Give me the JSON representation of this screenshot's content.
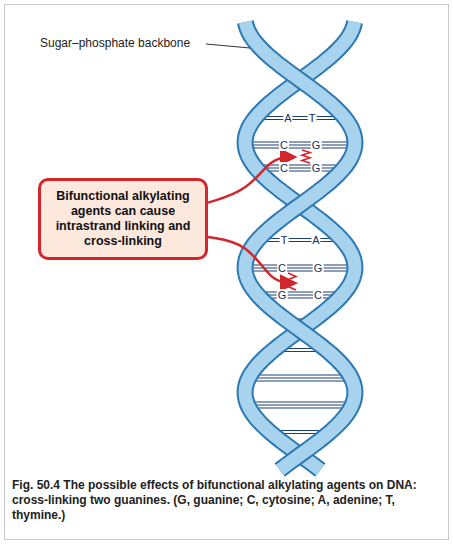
{
  "diagram": {
    "caption": "Fig. 50.4 The possible effects of bifunctional alkylating agents on DNA: cross-linking two guanines. (G, guanine; C, cytosine; A, adenine; T, thymine.)",
    "nodes": [
      {
        "text": [
          "Bifunctional alkylating agents can cause intrastrand linking and cross-linking"
        ]
      }
    ],
    "labels": [
      "Sugar–phosphate backbone",
      "A",
      "T",
      "C",
      "G",
      "C",
      "G",
      "T",
      "A",
      "C",
      "G",
      "G",
      "C"
    ]
  }
}
